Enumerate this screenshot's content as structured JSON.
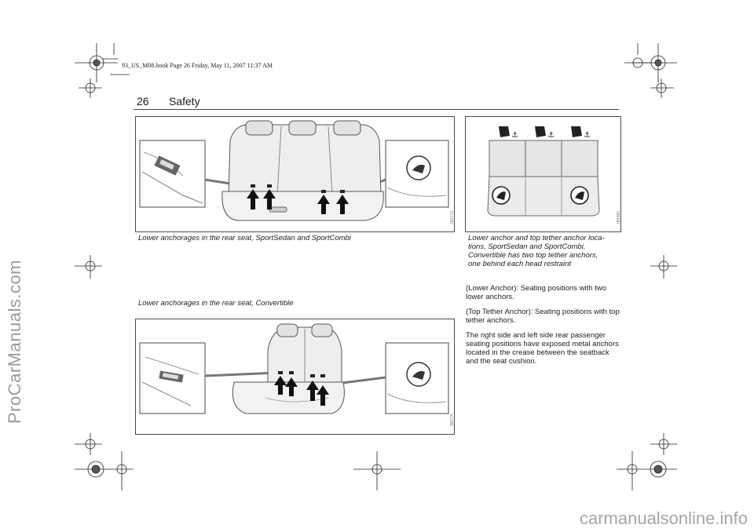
{
  "watermarks": {
    "side": "ProCarManuals.com",
    "bottom": "carmanualsonline.info"
  },
  "book_header": "93_US_M08.book  Page 26  Friday, May 11, 2007  11:37 AM",
  "page": {
    "number": "26",
    "section": "Safety"
  },
  "figures": {
    "top_left": {
      "id": "IB3773",
      "caption": "Lower anchorages in the rear seat, SportSedan and SportCombi"
    },
    "top_right": {
      "id": "IB4090",
      "caption_lines": [
        "Lower anchor and top tether anchor loca-",
        "tions, SportSedan and SportCombi.",
        "Convertible has two top tether anchors,",
        "one behind each head restraint"
      ]
    },
    "bottom_left": {
      "id": "IB3774",
      "caption": "Lower anchorages in the rear seat, Convertible"
    }
  },
  "body": {
    "paragraphs": [
      "(Lower Anchor): Seating positions with two lower anchors.",
      "(Top Tether Anchor): Seating positions with top tether anchors.",
      "The right side and left side rear passenger seating positions have exposed metal anchors located in the crease between the seatback and the seat cushion."
    ]
  },
  "colors": {
    "seat_fill": "#e9e9e9",
    "line": "#4a4a4a",
    "arrow": "#111111",
    "watermark": "#9a9a9a"
  }
}
